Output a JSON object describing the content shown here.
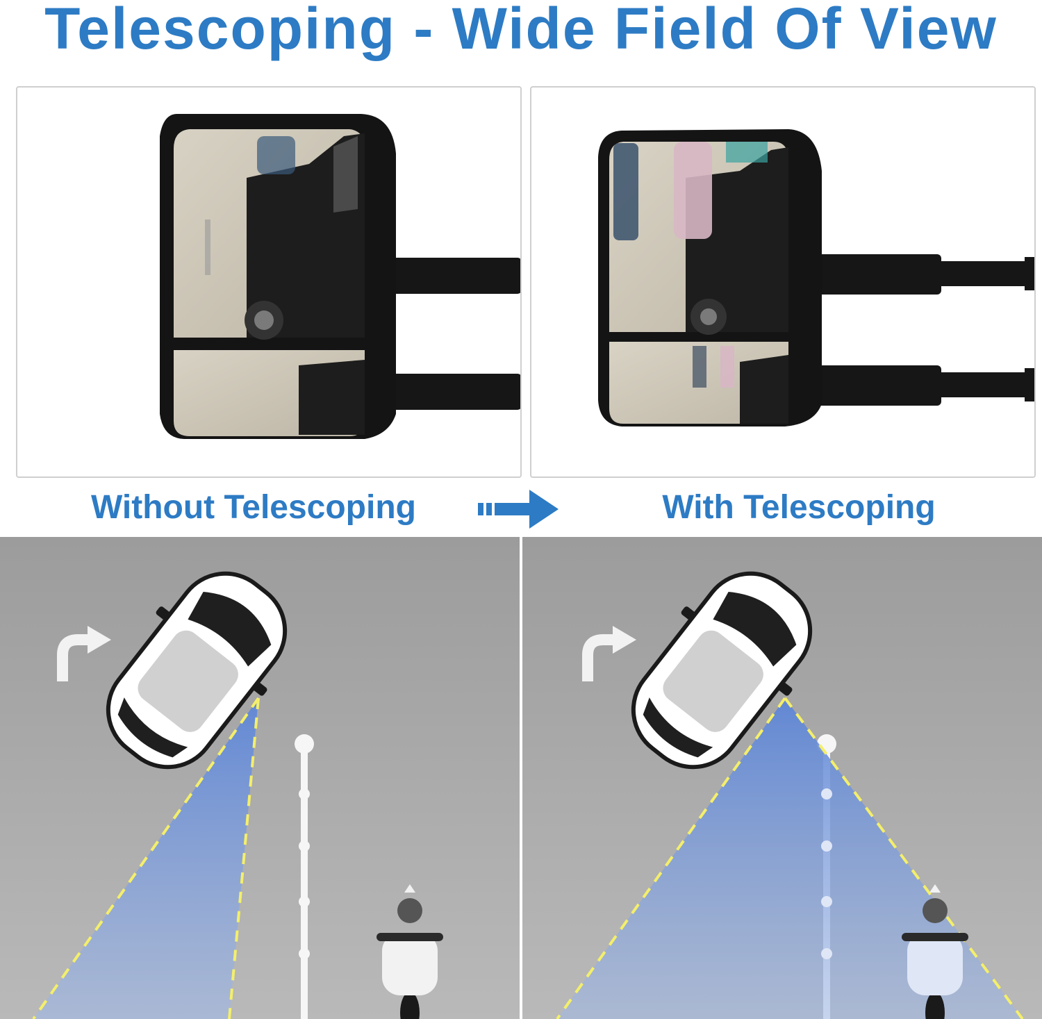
{
  "title": "Telescoping - Wide Field Of View",
  "captions": {
    "left": "Without Telescoping",
    "right": "With Telescoping"
  },
  "icons": {
    "transition": "arrow-right-icon",
    "turn": "turn-right-icon"
  },
  "colors": {
    "accent": "#2d7bc4",
    "road": "#9a9a9a",
    "view_cone": "#7d9fd9",
    "cone_edge": "#f4ef6a"
  }
}
